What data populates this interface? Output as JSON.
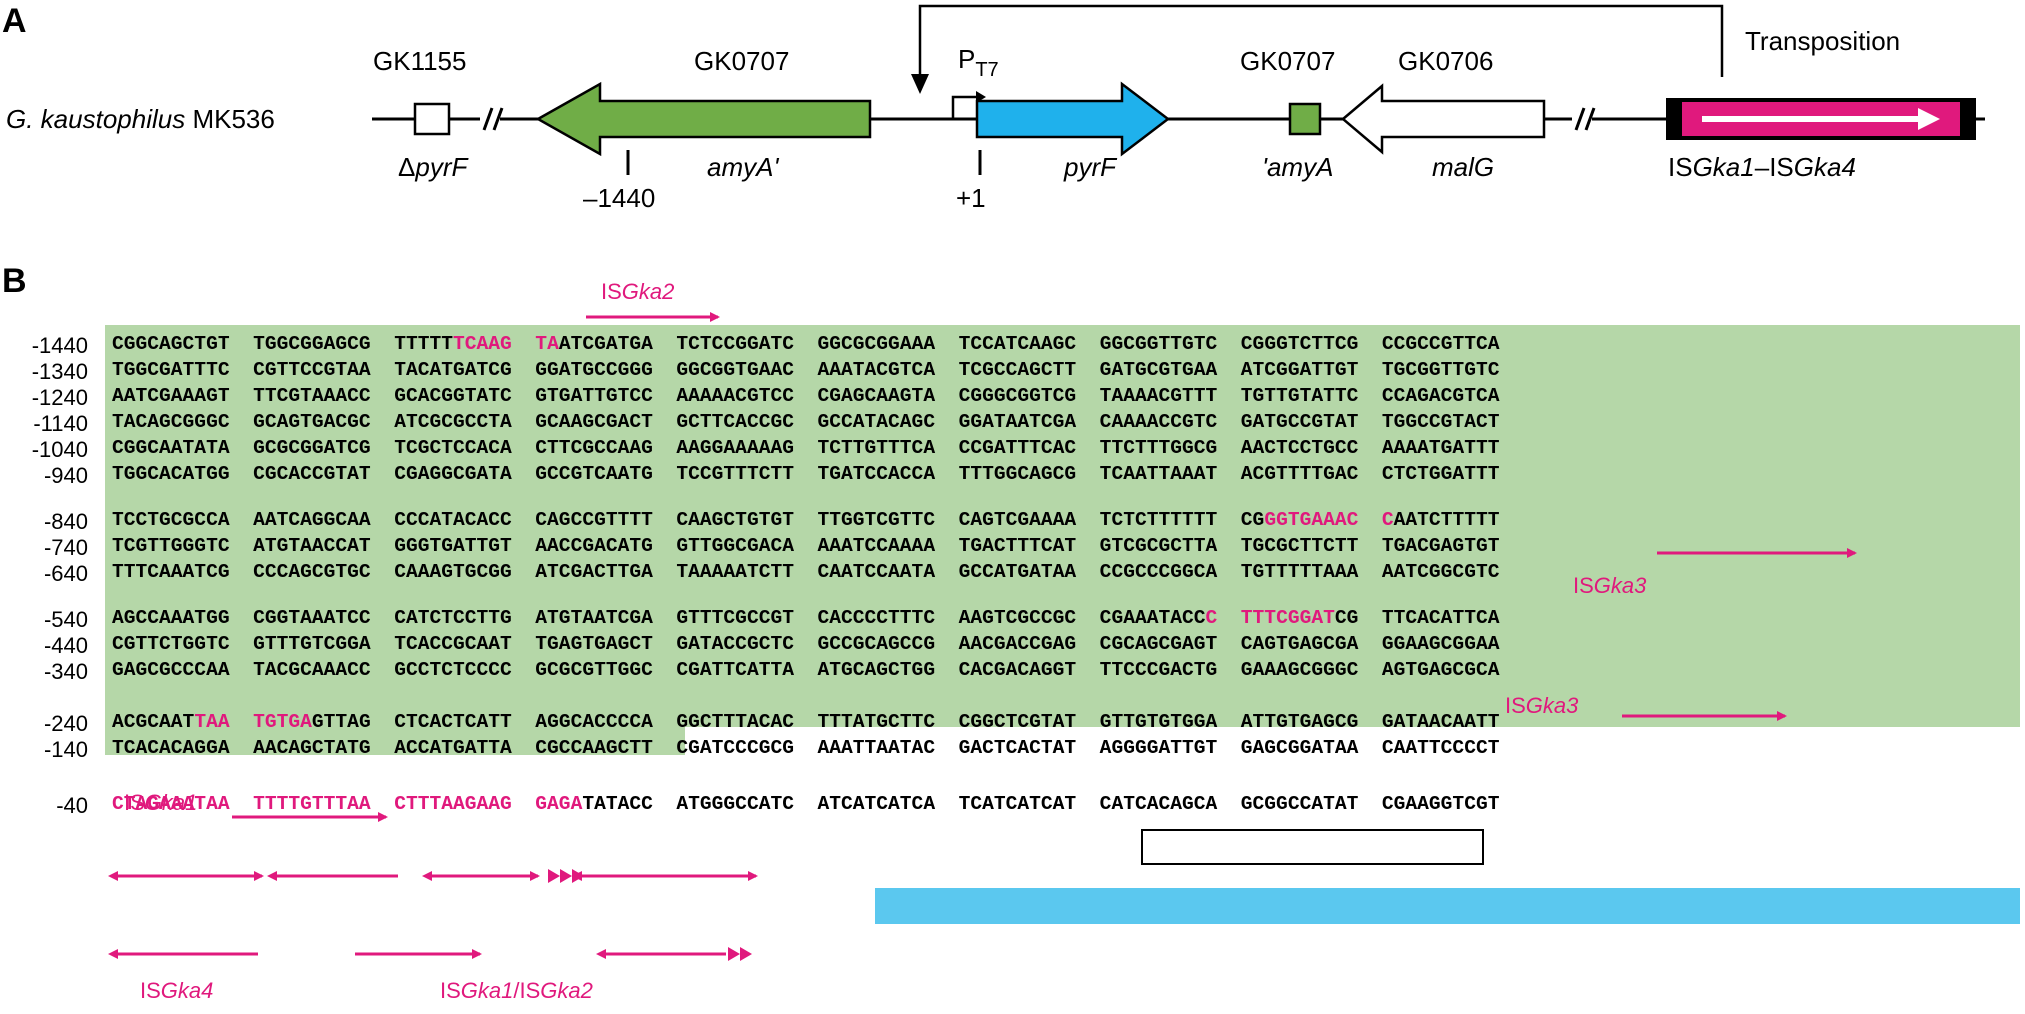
{
  "panels": {
    "a": "A",
    "b": "B"
  },
  "diagram": {
    "organism_genus": "G. kaustophilus",
    "organism_strain": "MK536",
    "gene_gk1155": "GK1155",
    "label_dpyrf_delta": "Δ",
    "label_dpyrf": "pyrF",
    "gene_gk0707_left": "GK0707",
    "label_amya_prime": "amyA'",
    "pos_minus1440": "–1440",
    "promoter_p": "P",
    "promoter_sub": "T7",
    "pos_plus1": "+1",
    "label_pyrf": "pyrF",
    "gene_gk0707_right": "GK0707",
    "label_prime_amya": "'amyA",
    "gene_gk0706": "GK0706",
    "label_malg": "malG",
    "transposition": "Transposition",
    "is_label_a": "IS",
    "is_label_b": "Gka1",
    "is_label_c": "–IS",
    "is_label_d": "Gka4",
    "colors": {
      "green": "#70ad47",
      "blue": "#1fb1ec",
      "magenta": "#e0197d",
      "green_bg": "#b5d7a8",
      "blue_bg": "#5bc8ef"
    }
  },
  "sequence_rows": [
    {
      "pos": "-1440",
      "segments": [
        {
          "t": "CGGCAGCTGT  TGGCGGAGCG  TTTTT"
        },
        {
          "t": "TCAAG  TA",
          "m": true
        },
        {
          "t": "ATCGATGA  TCTCCGGATC  GGCGCGGAAA  TCCATCAAGC  GGCGGTTGTC  CGGGTCTTCG  CCGCCGTTCA"
        }
      ]
    },
    {
      "pos": "-1340",
      "segments": [
        {
          "t": "TGGCGATTTC  CGTTCCGTAA  TACATGATCG  GGATGCCGGG  GGCGGTGAAC  AAATACGTCA  TCGCCAGCTT  GATGCGTGAA  ATCGGATTGT  TGCGGTTGTC"
        }
      ]
    },
    {
      "pos": "-1240",
      "segments": [
        {
          "t": "AATCGAAAGT  TTCGTAAACC  GCACGGTATC  GTGATTGTCC  AAAAACGTCC  CGAGCAAGTA  CGGGCGGTCG  TAAAACGTTT  TGTTGTATTC  CCAGACGTCA"
        }
      ]
    },
    {
      "pos": "-1140",
      "segments": [
        {
          "t": "TACAGCGGGC  GCAGTGACGC  ATCGCGCCTA  GCAAGCGACT  GCTTCACCGC  GCCATACAGC  GGATAATCGA  CAAAACCGTC  GATGCCGTAT  TGGCCGTACT"
        }
      ]
    },
    {
      "pos": "-1040",
      "segments": [
        {
          "t": "CGGCAATATA  GCGCGGATCG  TCGCTCCACA  CTTCGCCAAG  AAGGAAAAAG  TCTTGTTTCA  CCGATTTCAC  TTCTTTGGCG  AACTCCTGCC  AAAATGATTT"
        }
      ]
    },
    {
      "pos": "-940",
      "segments": [
        {
          "t": "TGGCACATGG  CGCACCGTAT  CGAGGCGATA  GCCGTCAATG  TCCGTTTCTT  TGATCCACCA  TTTGGCAGCG  TCAATTAAAT  ACGTTTTGAC  CTCTGGATTT"
        }
      ]
    },
    {
      "pos": "-840",
      "segments": [
        {
          "t": "TCCTGCGCCA  AATCAGGCAA  CCCATACACC  CAGCCGTTTT  CAAGCTGTGT  TTGGTCGTTC  CAGTCGAAAA  TCTCTTTTTT  CG"
        },
        {
          "t": "GGTGAAAC  C",
          "m": true
        },
        {
          "t": "AATCTTTTT"
        }
      ]
    },
    {
      "pos": "-740",
      "segments": [
        {
          "t": "TCGTTGGGTC  ATGTAACCAT  GGGTGATTGT  AACCGACATG  GTTGGCGACA  AAATCCAAAA  TGACTTTCAT  GTCGCGCTTA  TGCGCTTCTT  TGACGAGTGT"
        }
      ]
    },
    {
      "pos": "-640",
      "segments": [
        {
          "t": "TTTCAAATCG  CCCAGCGTGC  CAAAGTGCGG  ATCGACTTGA  TAAAAATCTT  CAATCCAATA  GCCATGATAA  CCGCCCGGCA  TGTTTTTAAA  AATCGGCGTC"
        }
      ]
    },
    {
      "pos": "-540",
      "segments": [
        {
          "t": "AGCCAAATGG  CGGTAAATCC  CATCTCCTTG  ATGTAATCGA  GTTTCGCCGT  CACCCCTTTC  AAGTCGCCGC  CGAAATACC"
        },
        {
          "t": "C  TTTCGGAT",
          "m": true
        },
        {
          "t": "CG  TTCACATTCA"
        }
      ]
    },
    {
      "pos": "-440",
      "segments": [
        {
          "t": "CGTTCTGGTC  GTTTGTCGGA  TCACCGCAAT  TGAGTGAGCT  GATACCGCTC  GCCGCAGCCG  AACGACCGAG  CGCAGCGAGT  CAGTGAGCGA  GGAAGCGGAA"
        }
      ]
    },
    {
      "pos": "-340",
      "segments": [
        {
          "t": "GAGCGCCCAA  TACGCAAACC  GCCTCTCCCC  GCGCGTTGGC  CGATTCATTA  ATGCAGCTGG  CACGACAGGT  TTCCCGACTG  GAAAGCGGGC  AGTGAGCGCA"
        }
      ]
    },
    {
      "pos": "-240",
      "segments": [
        {
          "t": "ACGCAAT"
        },
        {
          "t": "TAA  TGTGA",
          "m": true
        },
        {
          "t": "GTTAG  CTCACTCATT  AGGCACCCCA  GGCTTTACAC  TTTATGCTTC  CGGCTCGTAT  GTTGTGTGGA  ATTGTGAGCG  GATAACAATT"
        }
      ]
    },
    {
      "pos": "-140",
      "segments": [
        {
          "t": "TCACACAGGA  AACAGCTATG  ACCATGATTA  CGCCAAGCTT  CGATCCCGCG  AAATTAATAC  GACTCACTAT  AGGGGATTGT  GAGCGGATAA  CAATTCCCCT"
        }
      ]
    },
    {
      "pos": "-40",
      "segments": [
        {
          "t": "CTAGAAATAA  TTTTGTTTAA  CTTTAAGAAG  GAGA",
          "m": true
        },
        {
          "t": "TATACC  ATGGGCCATC  ATCATCATCA  TCATCATCAT  CATCACAGCA  GCGGCCATAT  CGAAGGTCGT"
        }
      ]
    }
  ],
  "annotations": {
    "isgka2_top": {
      "a": "IS",
      "b": "Gka2"
    },
    "isgka3_first": {
      "a": "IS",
      "b": "Gka3"
    },
    "isgka3_second": {
      "a": "IS",
      "b": "Gka3"
    },
    "isgka1_row": {
      "a": "IS",
      "b": "Gka1"
    },
    "isgka4_bottom": {
      "a": "IS",
      "b": "Gka4"
    },
    "isgka12_bottom": {
      "a": "IS",
      "b": "Gka1",
      "c": "/IS",
      "d": "Gka2"
    }
  }
}
